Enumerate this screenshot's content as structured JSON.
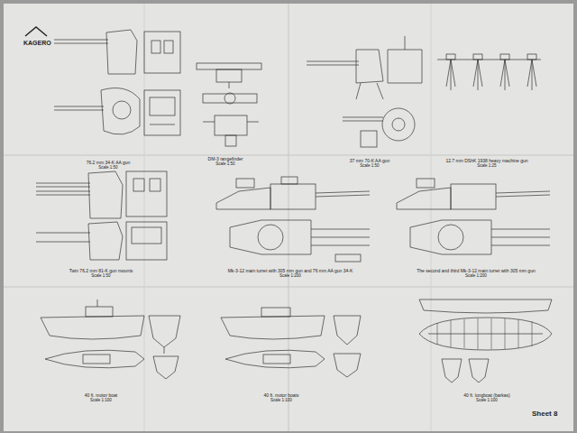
{
  "diagram": {
    "labels": [
      "KAGERO",
      "76.2 mm 34-K AA gun",
      "Scale 1:50",
      "DM-3 rangefinder",
      "Scale 1:50",
      "37 mm 70-K AA gun",
      "Scale 1:50",
      "12.7 mm DShK 1938 heavy machine gun",
      "Scale 1:25",
      "Twin 76.2 mm 81-K gun mounts",
      "Scale 1:50",
      "Mk-3-12 main turret with 305 mm gun and 76 mm AA gun 34-K",
      "Scale 1:200",
      "The second and third Mk-3-12 main turret with 305 mm gun",
      "Scale 1:200",
      "40 ft. motor boat",
      "Scale 1:100",
      "40 ft. motor boats",
      "Scale 1:100",
      "40 ft. longboat (barkas)",
      "Scale 1:100",
      "Sheet 8"
    ]
  }
}
